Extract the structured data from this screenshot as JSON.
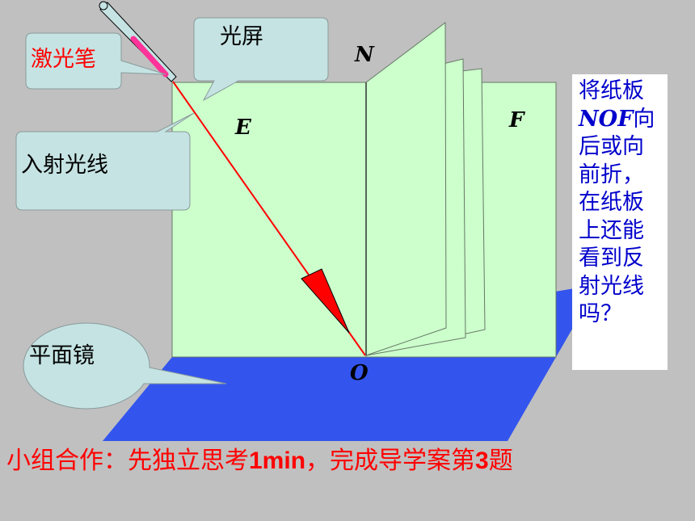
{
  "labels": {
    "N": "N",
    "E": "E",
    "F": "F",
    "O": "O"
  },
  "callouts": {
    "laser_pen": "激光笔",
    "light_screen": "光屏",
    "incident_ray": "入射光线",
    "plane_mirror": "平面镜"
  },
  "question": {
    "lines": [
      "将纸板",
      "NOF",
      "向",
      "后或向",
      "前折，",
      "在纸板",
      "上还能",
      "看到反",
      "射光线",
      "吗？"
    ]
  },
  "task": {
    "prefix": "小组合作：先独立思考",
    "duration": "1min",
    "middle": "，完成导学案第",
    "number": "3",
    "suffix": "题"
  },
  "colors": {
    "background": "#c0c0c0",
    "board": "#ccffcc",
    "mirror": "#3355ee",
    "ray": "#ff0000",
    "callout_fill": "#c5e3e3",
    "laser_pink": "#ff3399",
    "question_text": "#0000cc",
    "task_text": "#ff0000"
  },
  "icons": {
    "pen": "laser-pen-icon",
    "arrow": "ray-arrowhead-icon"
  }
}
